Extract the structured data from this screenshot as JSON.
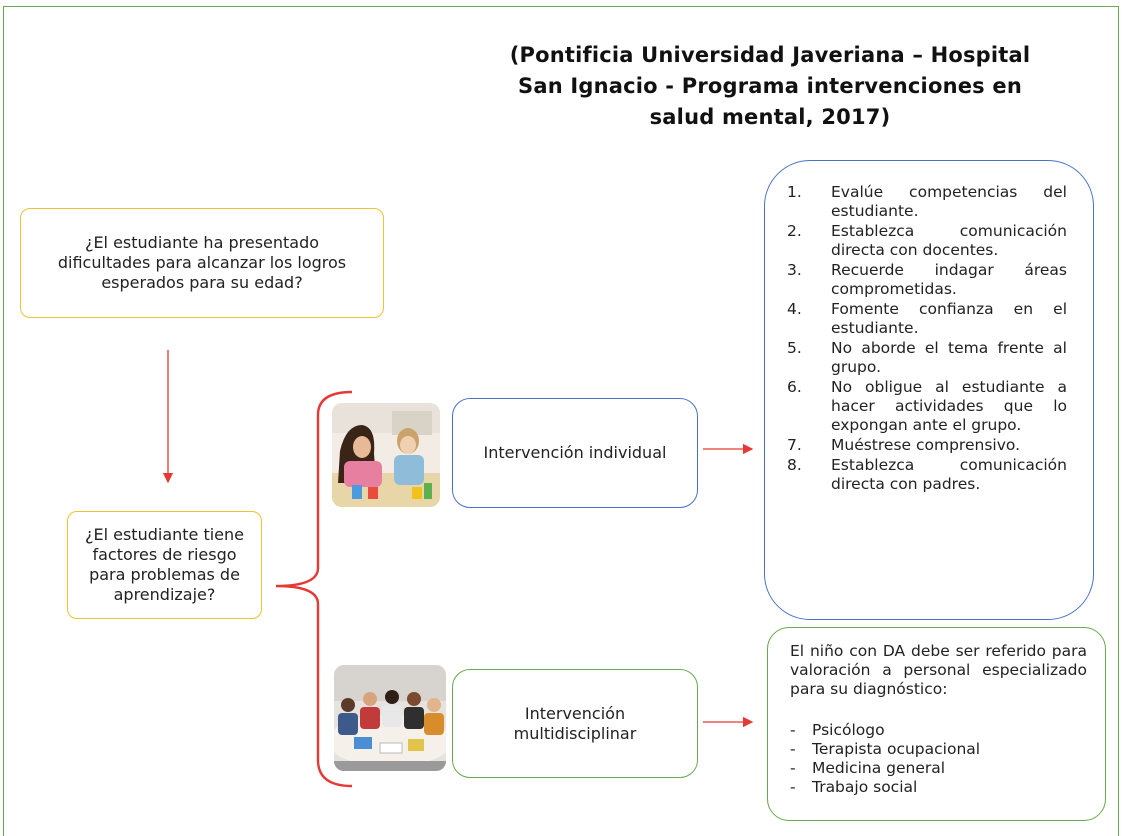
{
  "title": "(Pontificia Universidad Javeriana – Hospital San Ignacio - Programa intervenciones en salud mental, 2017)",
  "question1": "¿El estudiante ha presentado dificultades para alcanzar los logros esperados para su edad?",
  "question2": "¿El estudiante tiene factores de riesgo para problemas de aprendizaje?",
  "individual_label": "Intervención individual",
  "multidisciplinary_label": "Intervención multidisciplinar",
  "steps": [
    {
      "num": "1.",
      "text": "Evalúe competencias del estudiante."
    },
    {
      "num": "2.",
      "text": "Establezca comunicación directa con docentes."
    },
    {
      "num": "3.",
      "text": "Recuerde indagar áreas comprometidas."
    },
    {
      "num": "4.",
      "text": "Fomente confianza en el estudiante."
    },
    {
      "num": "5.",
      "text": "No aborde el tema frente al grupo."
    },
    {
      "num": "6.",
      "text": "No obligue al estudiante a hacer actividades que lo expongan ante el grupo."
    },
    {
      "num": "7.",
      "text": "Muéstrese comprensivo."
    },
    {
      "num": "8.",
      "text": "Establezca comunicación directa con padres."
    }
  ],
  "referral": {
    "intro": "El niño con DA debe ser referido para valoración a personal especializado para su diagnóstico:",
    "dash": "-",
    "items": [
      "Psicólogo",
      "Terapista ocupacional",
      "Medicina general",
      "Trabajo social"
    ]
  },
  "colors": {
    "frame": "#6aa84f",
    "question_border": "#f1c232",
    "individual_border": "#4a72c4",
    "multidisciplinary_border": "#6aa84f",
    "arrow": "#e53935"
  }
}
